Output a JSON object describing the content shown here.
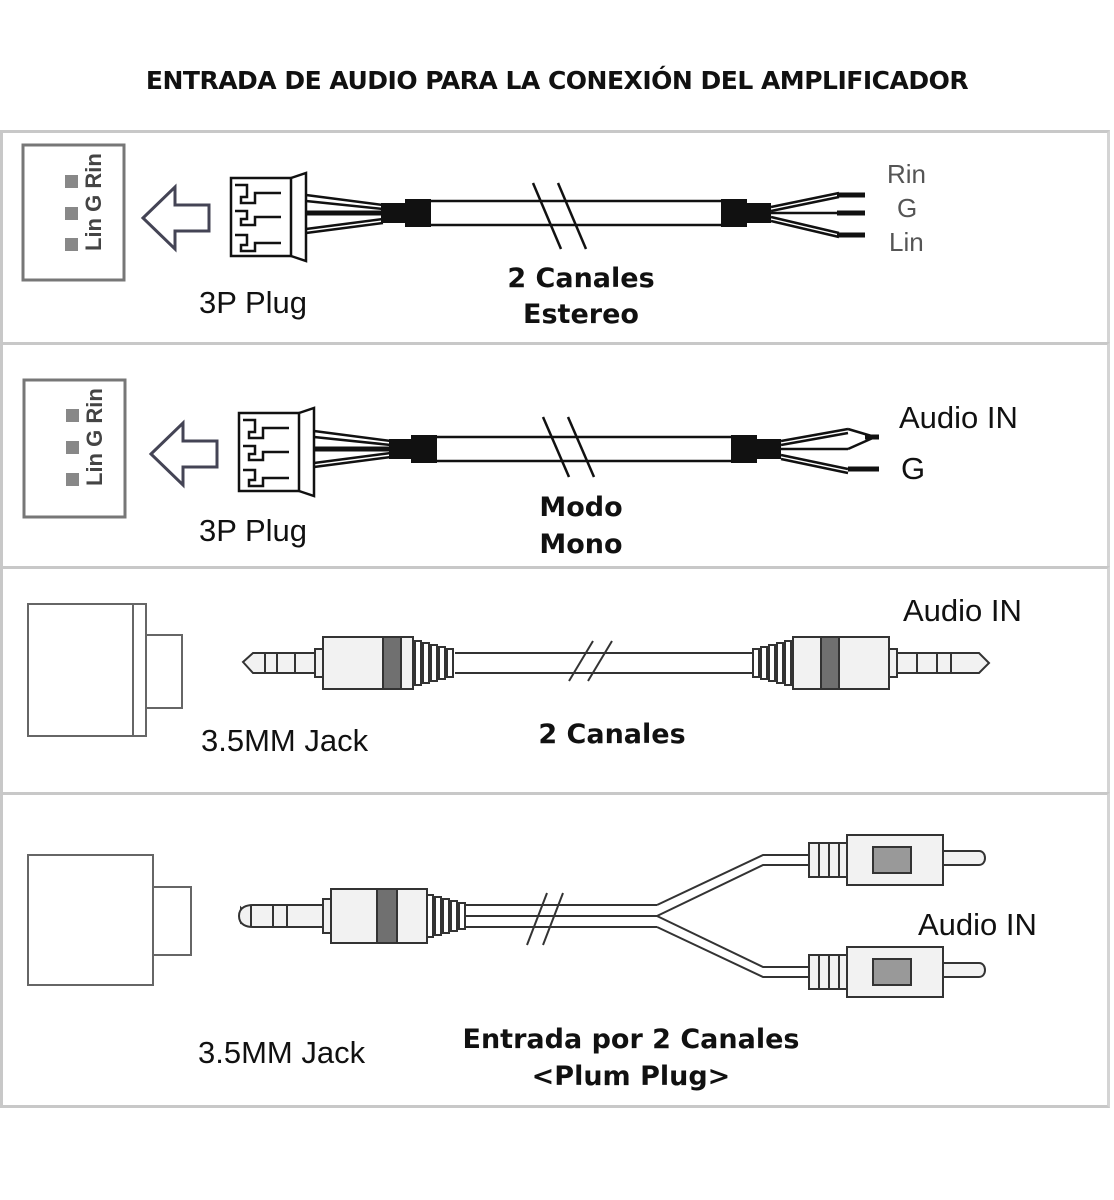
{
  "title": "ENTRADA DE AUDIO PARA LA CONEXIÓN DEL AMPLIFICADOR",
  "panels": [
    {
      "id": "stereo-3p",
      "connector_pins": [
        "Lin",
        "G",
        "Rin"
      ],
      "plug_label": "3P Plug",
      "cable_label_line1": "2 Canales",
      "cable_label_line2": "Estereo",
      "wire_labels": [
        "Rin",
        "G",
        "Lin"
      ]
    },
    {
      "id": "mono-3p",
      "connector_pins": [
        "Lin",
        "G",
        "Rin"
      ],
      "plug_label": "3P Plug",
      "cable_label_line1": "Modo",
      "cable_label_line2": "Mono",
      "wire_labels": [
        "Audio IN",
        "G"
      ]
    },
    {
      "id": "jack-to-jack",
      "jack_label": "3.5MM Jack",
      "cable_label_line1": "2 Canales",
      "end_label": "Audio IN"
    },
    {
      "id": "jack-to-rca",
      "jack_label": "3.5MM Jack",
      "cable_label_line1": "Entrada por 2 Canales",
      "cable_label_line2": "<Plum Plug>",
      "end_label": "Audio IN"
    }
  ],
  "colors": {
    "line": "#222222",
    "panel_border": "#c8c8c8",
    "pin": "#808080",
    "band": "#707070"
  }
}
